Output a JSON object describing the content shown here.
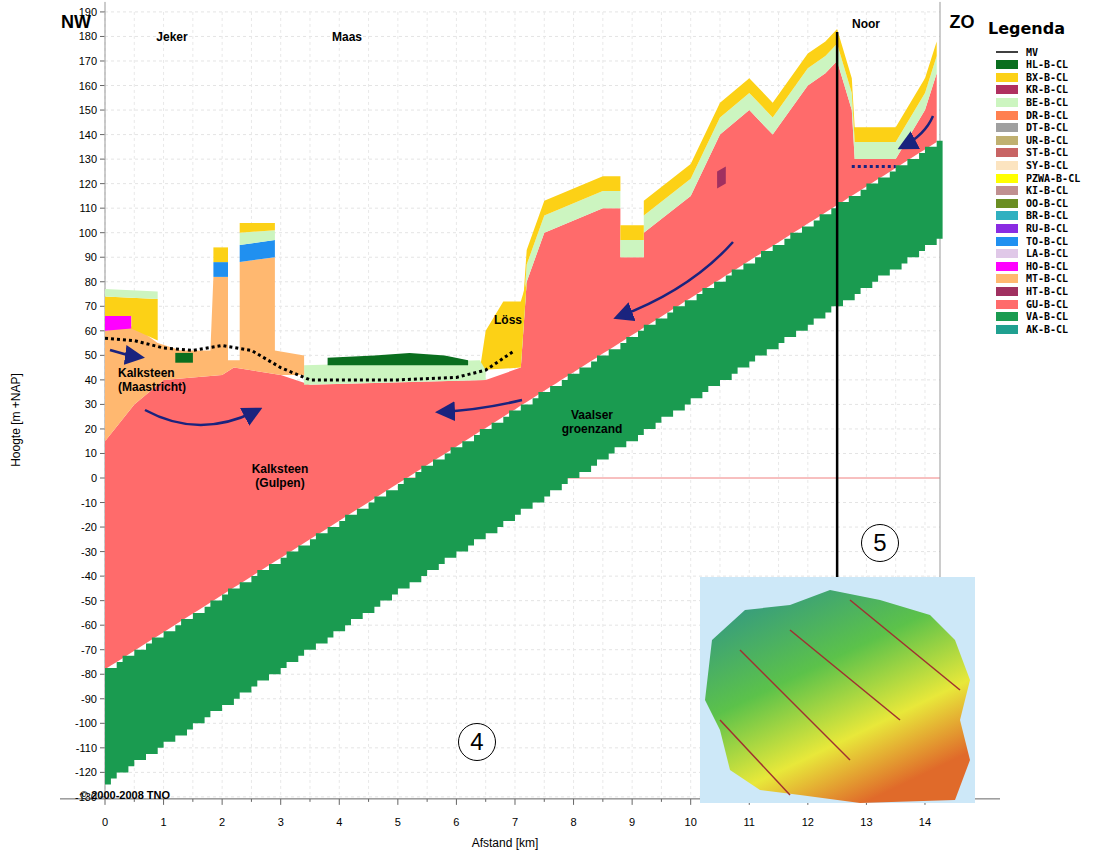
{
  "diagram": {
    "nodes": [
      {
        "text": [
          "4"
        ]
      },
      {
        "text": [
          "5"
        ]
      }
    ],
    "labels": [
      "NW",
      "ZO",
      "Jeker",
      "Maas",
      "Noor",
      "Löss",
      "Kalksteen (Maastricht)",
      "Kalksteen (Gulpen)",
      "Vaalser groenzand",
      "Legenda",
      "Hoogte [m +NAP]",
      "Afstand [km]",
      "© 2000-2008 TNO",
      "190",
      "180",
      "170",
      "160",
      "150",
      "140",
      "130",
      "120",
      "110",
      "100",
      "90",
      "80",
      "70",
      "60",
      "50",
      "40",
      "30",
      "20",
      "10",
      "0",
      "-10",
      "-20",
      "-30",
      "-40",
      "-50",
      "-60",
      "-70",
      "-80",
      "-90",
      "-100",
      "-110",
      "-120",
      "-130",
      "0",
      "1",
      "2",
      "3",
      "4",
      "5",
      "6",
      "7",
      "8",
      "9",
      "10",
      "11",
      "12",
      "13",
      "14"
    ],
    "legend": [
      {
        "text": "MV"
      },
      {
        "text": "HL-B-CL",
        "color": "#0a6e1e"
      },
      {
        "text": "BX-B-CL",
        "color": "#fcd116"
      },
      {
        "text": "KR-B-CL",
        "color": "#b03060"
      },
      {
        "text": "BE-B-CL",
        "color": "#ccf5c0"
      },
      {
        "text": "DR-B-CL",
        "color": "#ff8050"
      },
      {
        "text": "DT-B-CL",
        "color": "#a0a0a0"
      },
      {
        "text": "UR-B-CL",
        "color": "#c0b070"
      },
      {
        "text": "ST-B-CL",
        "color": "#c86464"
      },
      {
        "text": "SY-B-CL",
        "color": "#fce4c0"
      },
      {
        "text": "PZWA-B-CL",
        "color": "#ffff00"
      },
      {
        "text": "KI-B-CL",
        "color": "#c09090"
      },
      {
        "text": "OO-B-CL",
        "color": "#6b8e23"
      },
      {
        "text": "BR-B-CL",
        "color": "#30b0c0"
      },
      {
        "text": "RU-B-CL",
        "color": "#8a2be2"
      },
      {
        "text": "TO-B-CL",
        "color": "#2090f0"
      },
      {
        "text": "LA-B-CL",
        "color": "#e0c8e8"
      },
      {
        "text": "HO-B-CL",
        "color": "#ff00ff"
      },
      {
        "text": "MT-B-CL",
        "color": "#ffb870"
      },
      {
        "text": "HT-B-CL",
        "color": "#a03060"
      },
      {
        "text": "GU-B-CL",
        "color": "#ff6b6b"
      },
      {
        "text": "VA-B-CL",
        "color": "#1a9b50"
      },
      {
        "text": "AK-B-CL",
        "color": "#20a090"
      }
    ]
  }
}
